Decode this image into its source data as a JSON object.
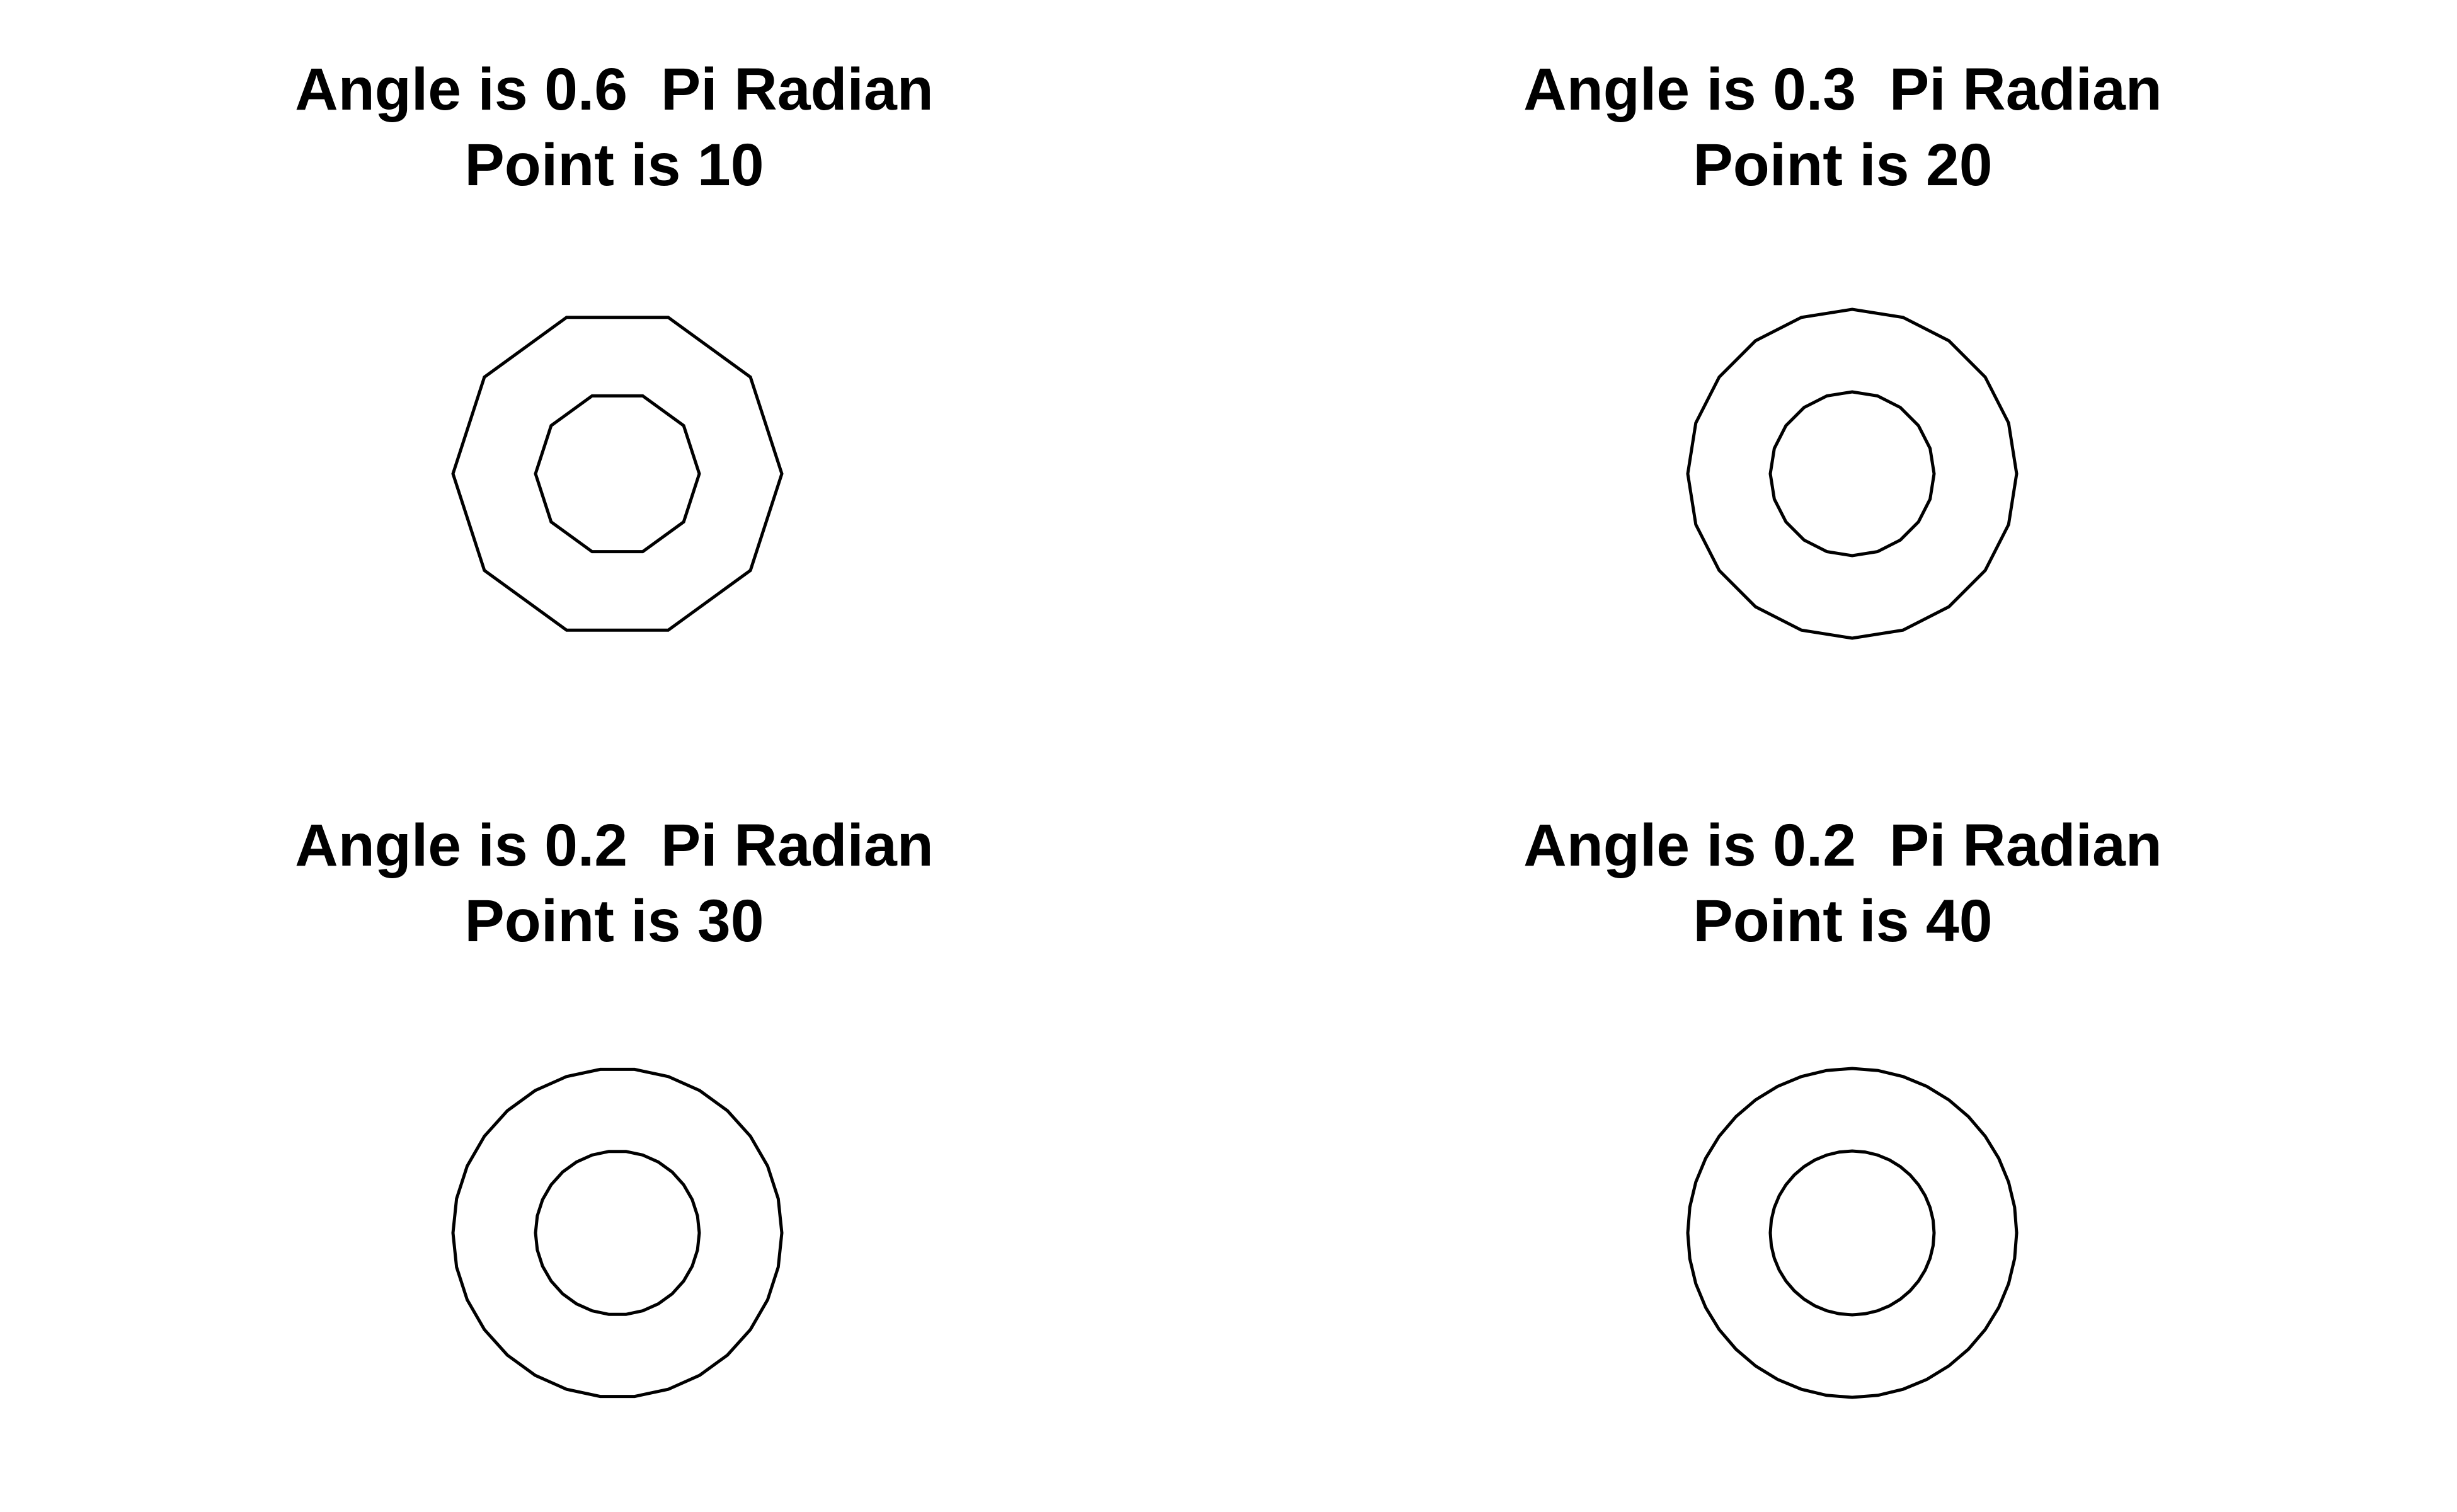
{
  "background": "#ffffff",
  "stroke_color": "#000000",
  "panels": [
    {
      "title_line1": "Angle is 0.6  Pi Radian",
      "title_line2": "Point is 10",
      "angle_pi_radians": 0.6,
      "points": 10
    },
    {
      "title_line1": "Angle is 0.3  Pi Radian",
      "title_line2": "Point is 20",
      "angle_pi_radians": 0.3,
      "points": 20
    },
    {
      "title_line1": "Angle is 0.2  Pi Radian",
      "title_line2": "Point is 30",
      "angle_pi_radians": 0.2,
      "points": 30
    },
    {
      "title_line1": "Angle is 0.2  Pi Radian",
      "title_line2": "Point is 40",
      "angle_pi_radians": 0.2,
      "points": 40
    }
  ]
}
